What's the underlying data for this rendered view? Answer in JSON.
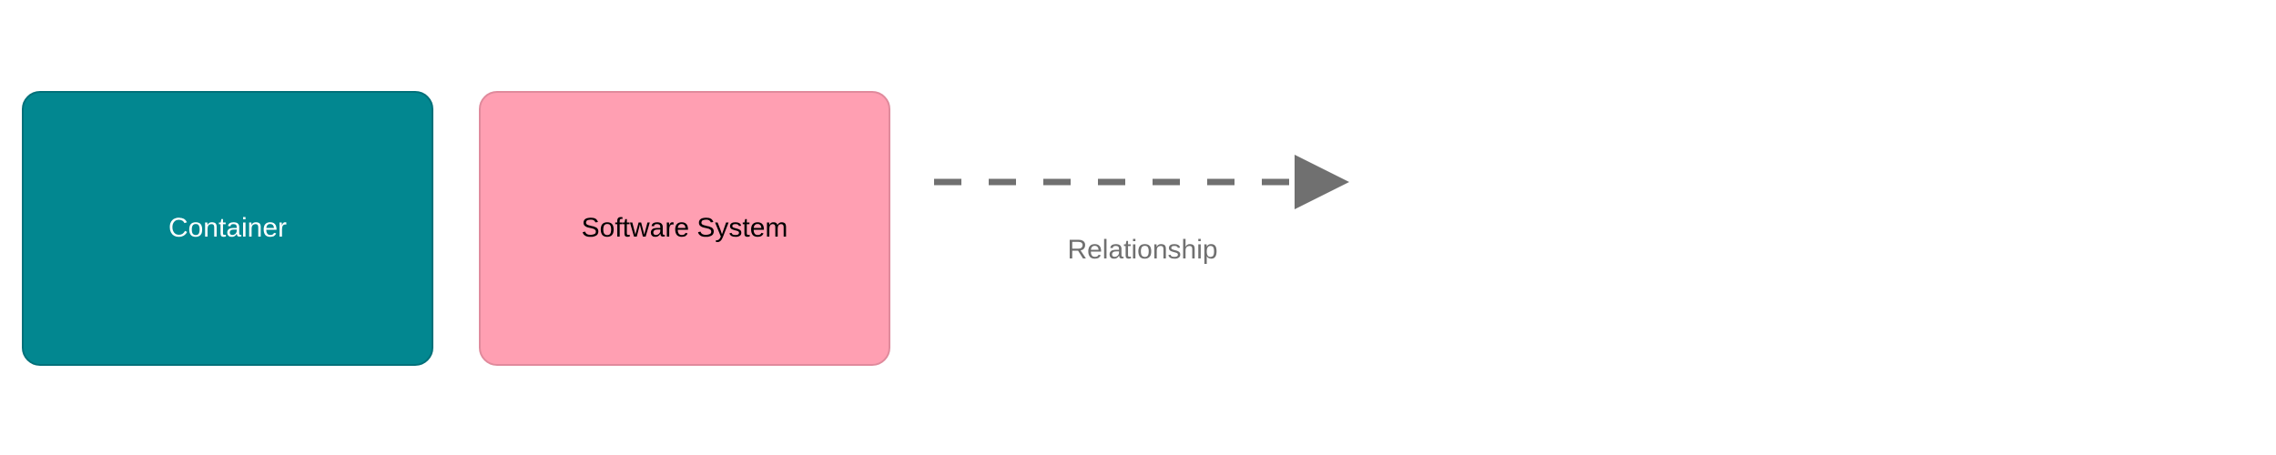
{
  "legend": {
    "container": {
      "label": "Container",
      "fill": "#028790",
      "text_color": "#ffffff"
    },
    "software_system": {
      "label": "Software System",
      "fill": "#FF9FB2",
      "text_color": "#000000"
    },
    "relationship": {
      "label": "Relationship",
      "line_color": "#707070",
      "line_style": "dashed"
    }
  }
}
